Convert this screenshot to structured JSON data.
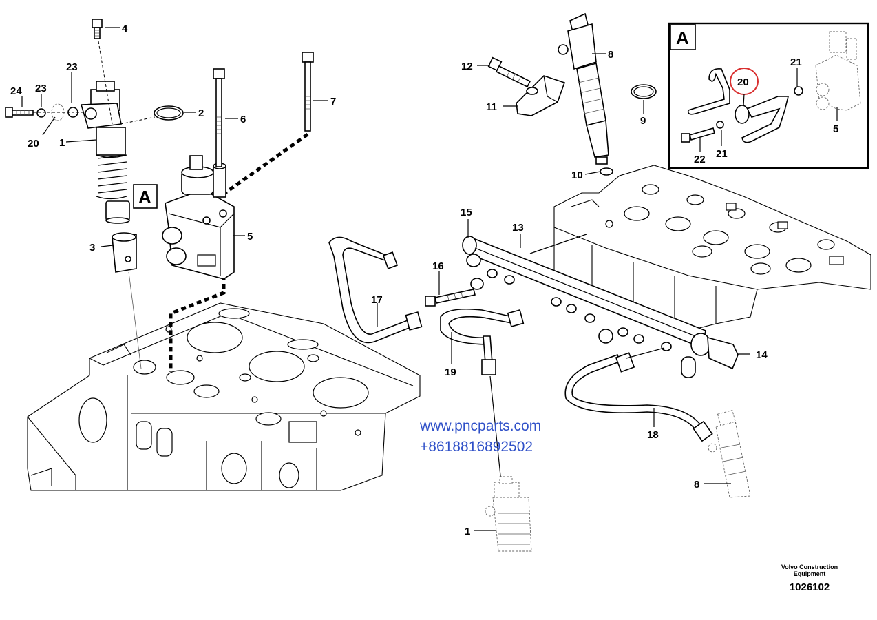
{
  "callouts": {
    "n1a": "1",
    "n1b": "1",
    "n2": "2",
    "n3": "3",
    "n4": "4",
    "n5a": "5",
    "n5b": "5",
    "n6": "6",
    "n7": "7",
    "n8a": "8",
    "n8b": "8",
    "n9": "9",
    "n10": "10",
    "n11": "11",
    "n12": "12",
    "n13": "13",
    "n14": "14",
    "n15": "15",
    "n16": "16",
    "n17": "17",
    "n18": "18",
    "n19": "19",
    "n20a": "20",
    "n20b": "20",
    "n21a": "21",
    "n21b": "21",
    "n22": "22",
    "n23a": "23",
    "n23b": "23",
    "n24": "24"
  },
  "detail_label": "A",
  "highlight_color": "#d93030",
  "watermark": {
    "url": "www.pncparts.com",
    "phone": "+8618816892502",
    "color": "#2f50c8"
  },
  "footer": {
    "maker": "Volvo Construction Equipment",
    "maker_line1": "Volvo Construction",
    "maker_line2": "Equipment",
    "drawing_number": "1026102"
  }
}
